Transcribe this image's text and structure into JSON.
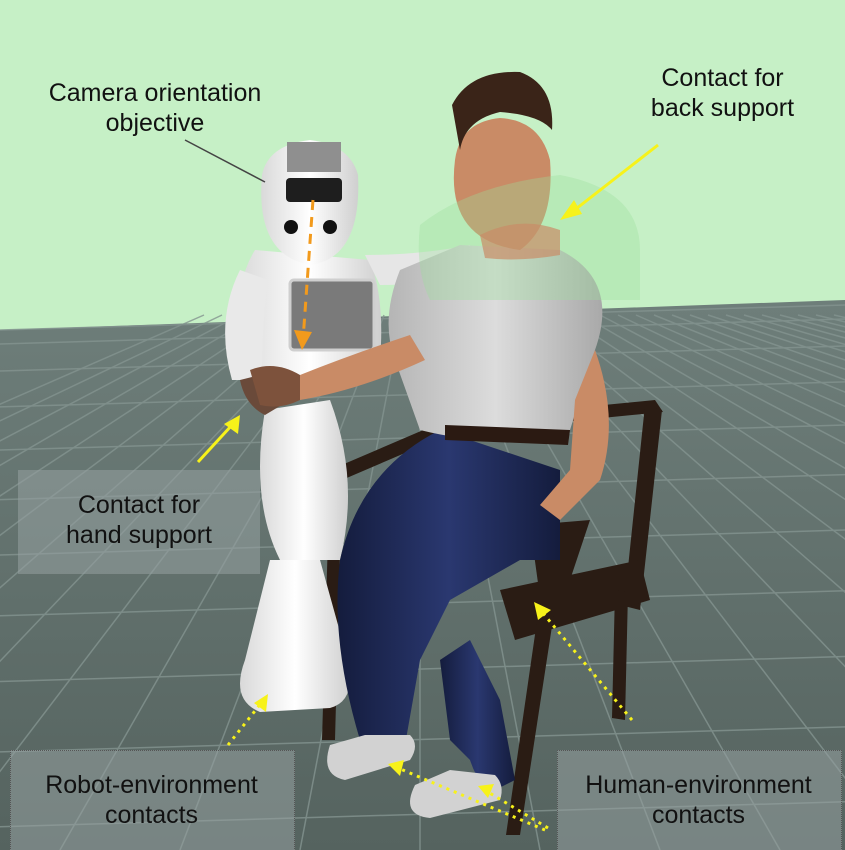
{
  "labels": {
    "camera": "Camera orientation\nobjective",
    "back": "Contact for\nback support",
    "hand": "Contact for\nhand support",
    "robot_env": "Robot-environment\ncontacts",
    "human_env": "Human-environment\ncontacts"
  },
  "colors": {
    "wall": "#c6f0c6",
    "floor": "#5b6b68",
    "grid": "#7f8f8b",
    "arrow_solid": "#f7f21a",
    "arrow_dotted": "#f7f21a",
    "camera_arrow": "#f29a1c",
    "robot": "#f2f2f2",
    "shirt": "#c9c9c9",
    "trousers": "#1f2a55",
    "chair": "#2a1c14",
    "skin": "#c98b66"
  }
}
